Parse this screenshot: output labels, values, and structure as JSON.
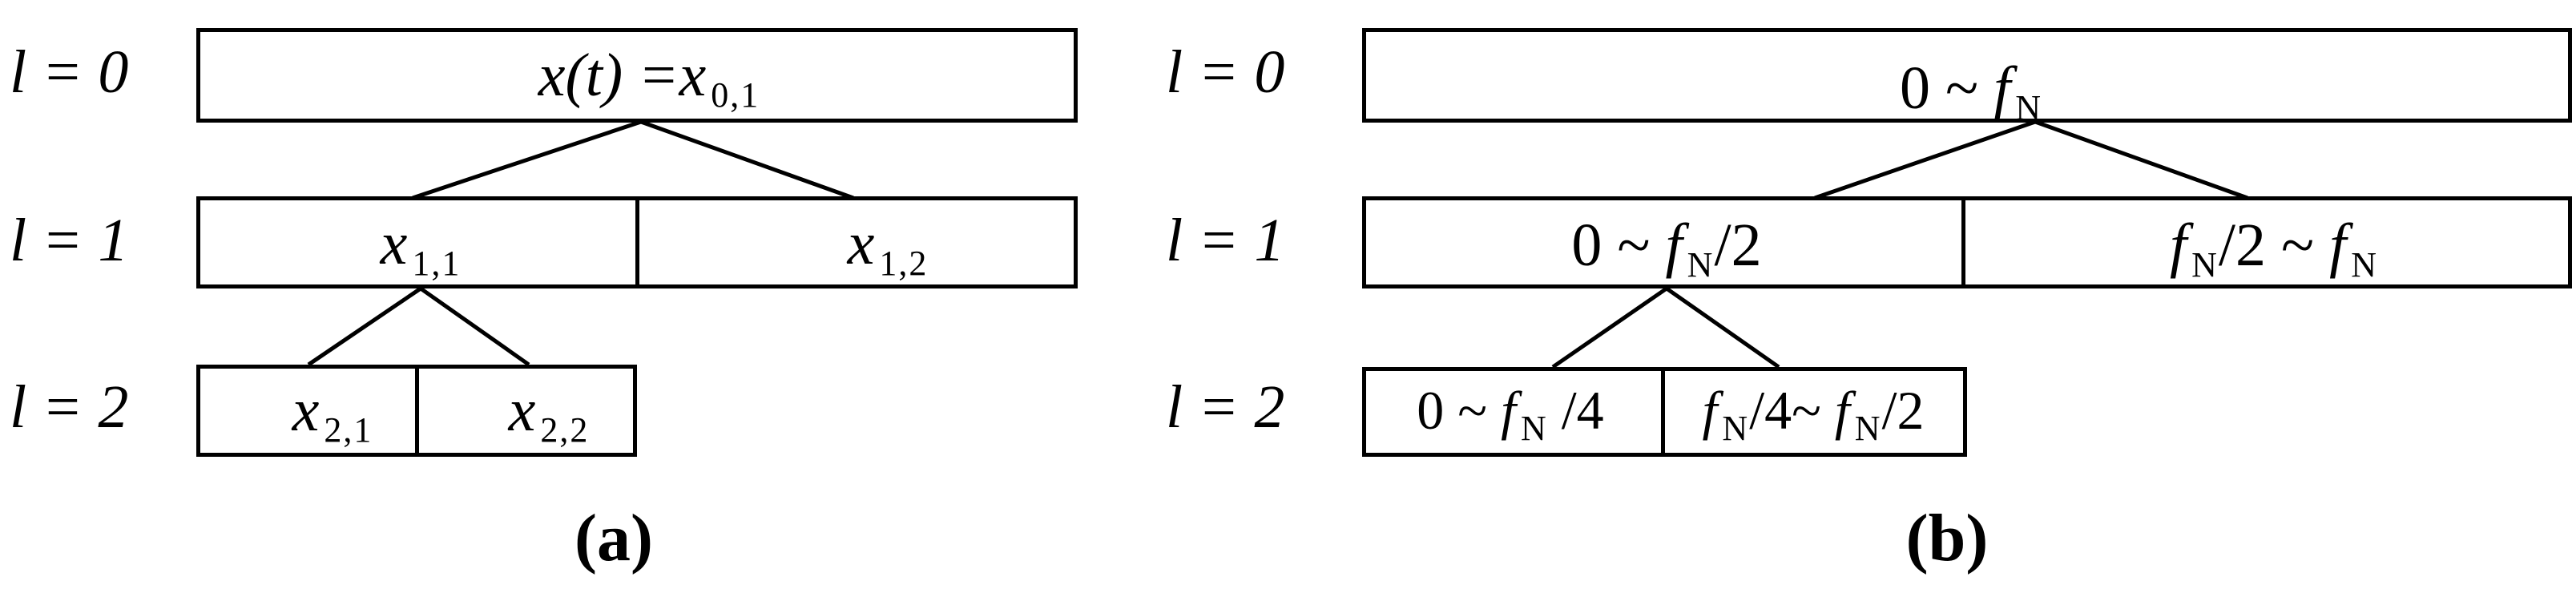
{
  "levels": {
    "l0": "l = 0",
    "l1": "l = 1",
    "l2": "l = 2"
  },
  "panel_a": {
    "caption": "(a)",
    "root": {
      "lhs": "x(t) =x",
      "sub": "0,1"
    },
    "n11": {
      "var": "x",
      "sub": "1,1"
    },
    "n12": {
      "var": "x",
      "sub": "1,2"
    },
    "n21": {
      "var": "x",
      "sub": "2,1"
    },
    "n22": {
      "var": "x",
      "sub": "2,2"
    }
  },
  "panel_b": {
    "caption": "(b)",
    "root": {
      "pre": "0 ~ ",
      "f": "f",
      "sub": "N",
      "post": ""
    },
    "b11": {
      "pre": "0 ~ ",
      "f": "f",
      "sub": "N",
      "post": "/2"
    },
    "b12": {
      "f": "f",
      "sub": "N",
      "mid": "/2 ~ ",
      "f2": "f",
      "sub2": "N"
    },
    "b21": {
      "pre": "0 ~ ",
      "f": "f",
      "sub": "N",
      "post": " /4"
    },
    "b22": {
      "f": "f",
      "sub": "N",
      "mid": "/4~ ",
      "f2": "f",
      "sub2": "N",
      "post": "/2"
    }
  }
}
